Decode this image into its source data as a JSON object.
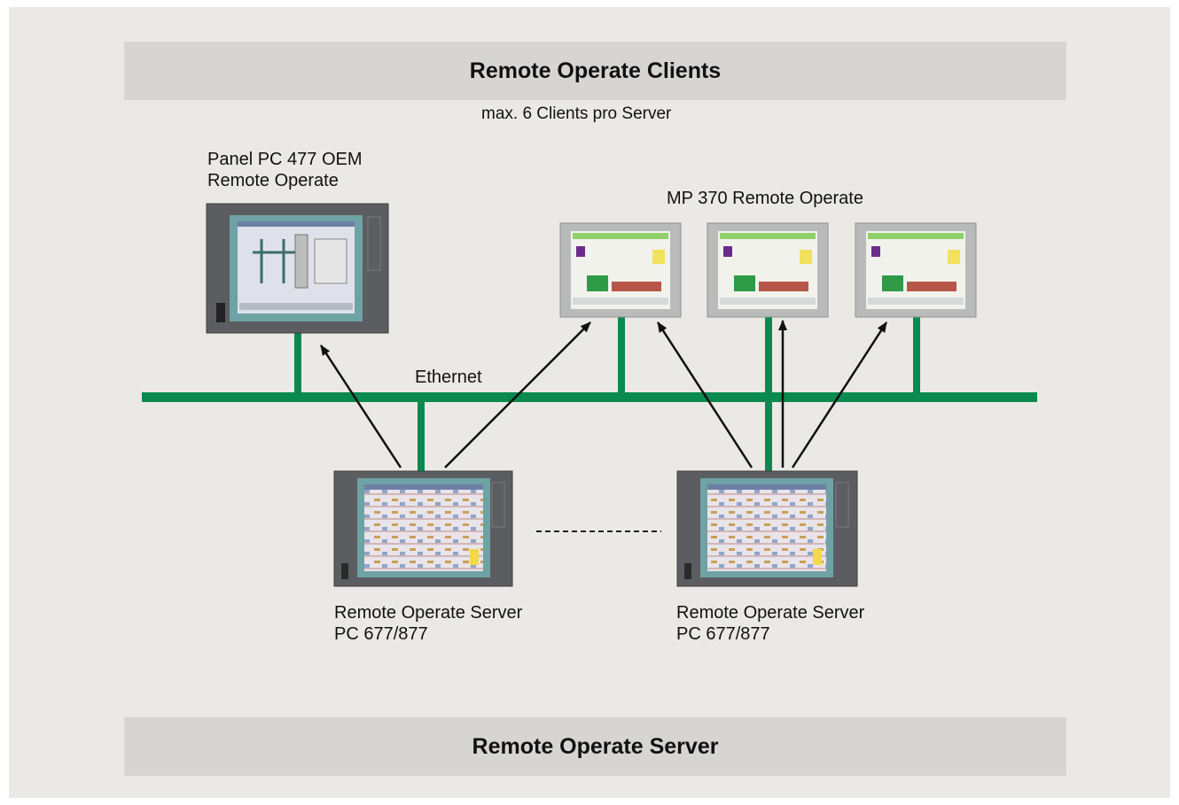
{
  "header": {
    "title": "Remote Operate Clients",
    "subtitle": "max. 6 Clients pro Server"
  },
  "footer": {
    "title": "Remote Operate Server"
  },
  "network": {
    "label": "Ethernet",
    "color": "#0a8a4e"
  },
  "clients": {
    "panel_pc": {
      "line1": "Panel PC 477 OEM",
      "line2": "Remote Operate"
    },
    "mp370_group_label": "MP 370 Remote Operate"
  },
  "servers": [
    {
      "line1": "Remote Operate Server",
      "line2": "PC 677/877"
    },
    {
      "line1": "Remote Operate Server",
      "line2": "PC 677/877"
    }
  ],
  "colors": {
    "background": "#ebe9e6",
    "band": "#d7d5d2",
    "ethernet": "#0a8a4e",
    "panel_bezel": "#5c5d60",
    "mp_bezel": "#b9bbbb",
    "screen_teal": "#6fa2a4"
  }
}
